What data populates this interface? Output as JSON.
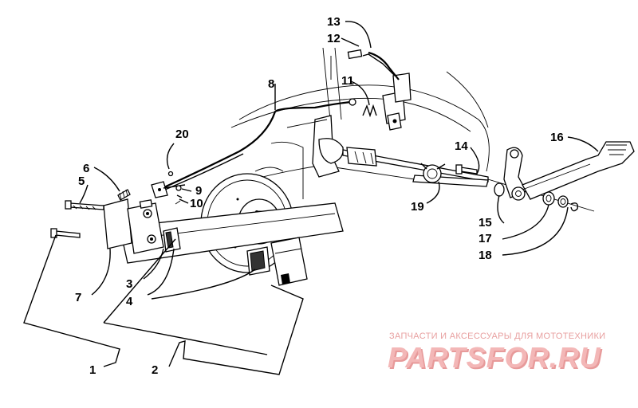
{
  "callouts": [
    {
      "id": "1",
      "text": "1"
    },
    {
      "id": "2",
      "text": "2"
    },
    {
      "id": "3",
      "text": "3"
    },
    {
      "id": "4",
      "text": "4"
    },
    {
      "id": "5",
      "text": "5"
    },
    {
      "id": "6",
      "text": "6"
    },
    {
      "id": "7",
      "text": "7"
    },
    {
      "id": "8",
      "text": "8"
    },
    {
      "id": "9",
      "text": "9"
    },
    {
      "id": "10",
      "text": "10"
    },
    {
      "id": "11",
      "text": "11"
    },
    {
      "id": "12",
      "text": "12"
    },
    {
      "id": "13",
      "text": "13"
    },
    {
      "id": "14",
      "text": "14"
    },
    {
      "id": "15",
      "text": "15"
    },
    {
      "id": "16",
      "text": "16"
    },
    {
      "id": "17",
      "text": "17"
    },
    {
      "id": "18",
      "text": "18"
    },
    {
      "id": "19",
      "text": "19"
    },
    {
      "id": "20",
      "text": "20"
    }
  ],
  "watermark": {
    "tagline": "ЗАПЧАСТИ И АКСЕССУАРЫ ДЛЯ МОТОТЕХНИКИ",
    "brand": "PARTSFOR.RU",
    "color": "#f3b7b7"
  }
}
